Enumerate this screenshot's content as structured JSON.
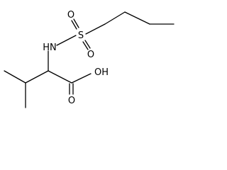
{
  "molecule": {
    "atoms": {
      "sulfur": "S",
      "oxygen_sulfonyl_top": "O",
      "oxygen_sulfonyl_bottom": "O",
      "nitrogen": "HN",
      "oxygen_hydroxyl": "OH",
      "oxygen_carbonyl": "O"
    }
  }
}
